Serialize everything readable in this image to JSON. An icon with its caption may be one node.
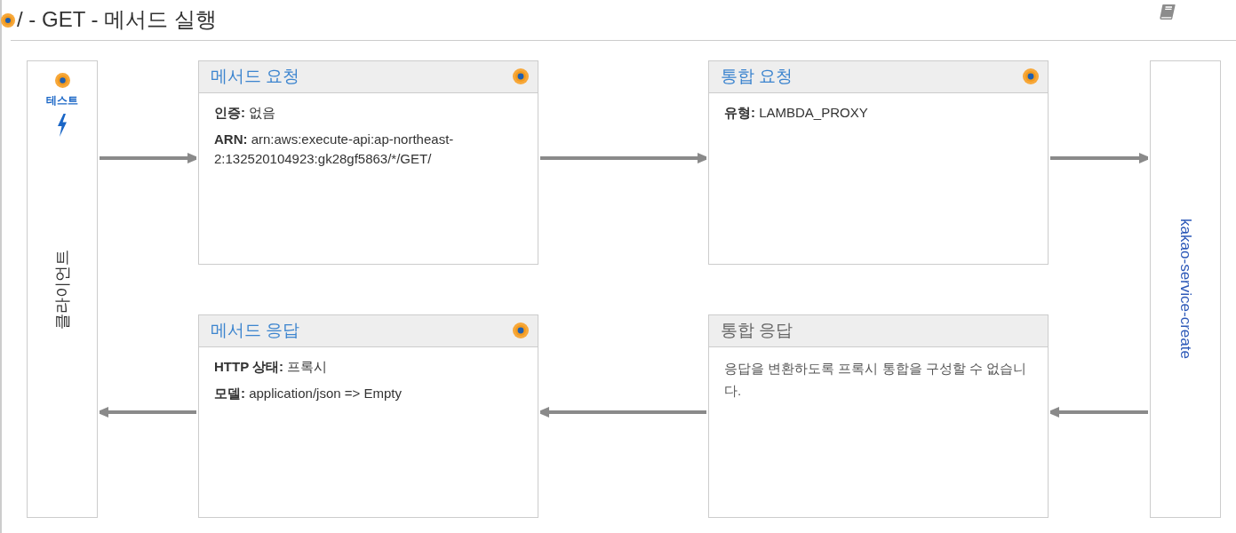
{
  "diagram": {
    "title": "/ - GET - 메서드 실행",
    "nodes": [
      {
        "text": [
          "테스트",
          "클라이언트"
        ]
      },
      {
        "text": [
          "메서드 요청",
          "**인증:** 없음",
          "**ARN:** arn:aws:execute-api:ap-northeast-2:132520104923:gk28gf5863/*/GET/"
        ]
      },
      {
        "text": [
          "통합 요청",
          "**유형:** LAMBDA_PROXY"
        ]
      },
      {
        "text": [
          "kakao-service-create"
        ]
      },
      {
        "text": [
          "메서드 응답",
          "**HTTP 상태:** 프록시",
          "**모델:** application/json => Empty"
        ]
      },
      {
        "text": [
          "통합 응답",
          "응답을 변환하도록 프록시 통합을 구성할 수 없습니다."
        ]
      }
    ],
    "edges": [
      {
        "from": 0,
        "to": 1,
        "arrow": "to"
      },
      {
        "from": 1,
        "to": 2,
        "arrow": "to"
      },
      {
        "from": 2,
        "to": 3,
        "arrow": "to"
      },
      {
        "from": 4,
        "to": 0,
        "arrow": "to"
      },
      {
        "from": 5,
        "to": 4,
        "arrow": "to"
      },
      {
        "from": 3,
        "to": 5,
        "arrow": "to"
      }
    ]
  }
}
